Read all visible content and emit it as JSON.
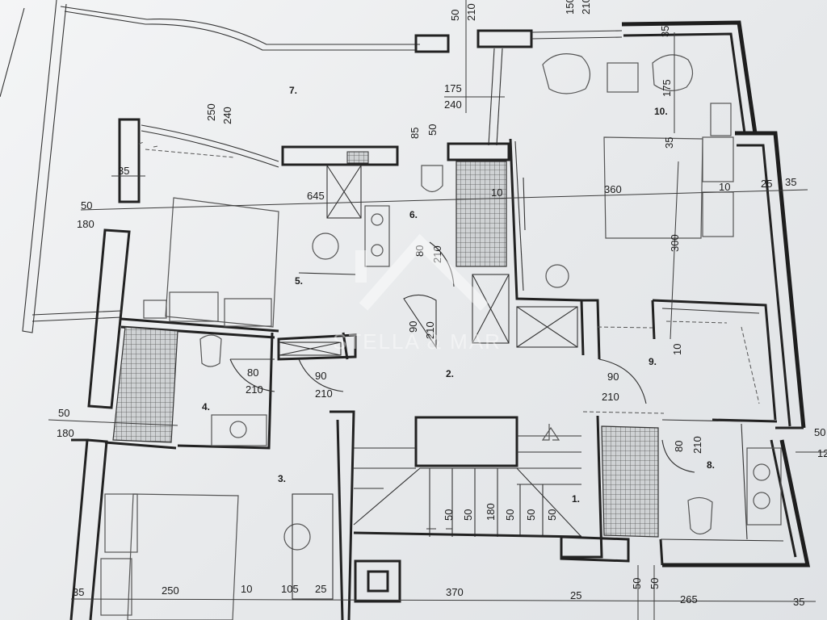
{
  "rooms": [
    {
      "id": "r1",
      "label": "1."
    },
    {
      "id": "r2",
      "label": "2."
    },
    {
      "id": "r3",
      "label": "3."
    },
    {
      "id": "r4",
      "label": "4."
    },
    {
      "id": "r5",
      "label": "5."
    },
    {
      "id": "r6",
      "label": "6."
    },
    {
      "id": "r7",
      "label": "7."
    },
    {
      "id": "r8",
      "label": "8."
    },
    {
      "id": "r9",
      "label": "9."
    },
    {
      "id": "r10",
      "label": "10."
    }
  ],
  "dimensions": {
    "top_50": "50",
    "top_210": "210",
    "top_150": "150",
    "top_210b": "210",
    "top_35": "35",
    "terrace_250": "250",
    "terrace_240": "240",
    "wc_85": "85",
    "wc_50": "50",
    "w_175a": "175",
    "w_240": "240",
    "w_175b": "175",
    "left_35": "35",
    "left_50": "50",
    "left_180": "180",
    "span_645": "645",
    "span_10a": "10",
    "span_360": "360",
    "r10_35": "35",
    "r10_300": "300",
    "right_10": "10",
    "right_25": "25",
    "right_35": "35",
    "bath6_80": "80",
    "bath6_210": "210",
    "hall_90a": "90",
    "hall_210a": "210",
    "r4_80": "80",
    "r4_210": "210",
    "r4b_90": "90",
    "r4b_210": "210",
    "r9_10": "10",
    "r9_90": "90",
    "r9_210": "210",
    "left2_50": "50",
    "left2_180": "180",
    "r8_80": "80",
    "r8_210": "210",
    "far_50": "50",
    "far_12": "12",
    "stair": [
      "50",
      "50",
      "180",
      "50",
      "50",
      "50"
    ],
    "bot_35": "35",
    "bot_250": "250",
    "bot_10": "10",
    "bot_105": "105",
    "bot_25": "25",
    "bot_370": "370",
    "bot_25b": "25",
    "bot_265": "265",
    "bot_35b": "35",
    "bot_50a": "50",
    "bot_50b": "50"
  },
  "watermark": "STELLA & MAR"
}
